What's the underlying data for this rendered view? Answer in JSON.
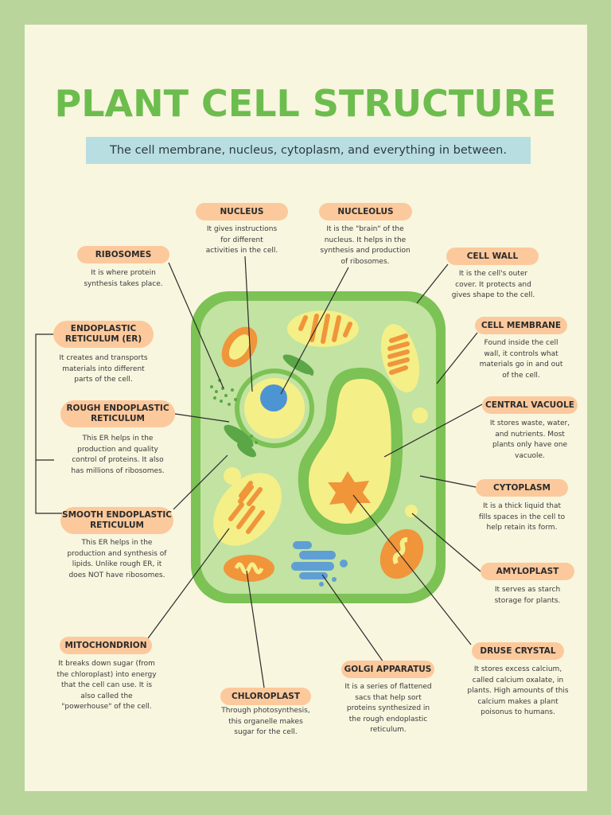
{
  "title": "PLANT CELL STRUCTURE",
  "subtitle": "The cell membrane, nucleus, cytoplasm, and everything in between.",
  "labels": {
    "nucleus": {
      "name": "NUCLEUS",
      "desc": "It gives instructions\nfor different\nactivities in the cell."
    },
    "nucleolus": {
      "name": "NUCLEOLUS",
      "desc": "It is the \"brain\" of the\nnucleus. It helps in the\nsynthesis and production\nof ribosomes."
    },
    "ribosomes": {
      "name": "RIBOSOMES",
      "desc": "It is where protein\nsynthesis takes place."
    },
    "cell_wall": {
      "name": "CELL WALL",
      "desc": "It is the cell's outer\ncover. It protects and\ngives shape to the cell."
    },
    "endoplasmic_reticulum": {
      "name": "ENDOPLASTIC\nRETICULUM (ER)",
      "desc": "It creates and transports\nmaterials into different\nparts of the cell."
    },
    "cell_membrane": {
      "name": "CELL MEMBRANE",
      "desc": "Found inside the cell\nwall, it controls what\nmaterials go in and out\nof the cell."
    },
    "rough_er": {
      "name": "ROUGH ENDOPLASTIC\nRETICULUM",
      "desc": "This ER helps in the\nproduction and quality\ncontrol of proteins. It also\nhas millions of ribosomes."
    },
    "central_vacuole": {
      "name": "CENTRAL VACUOLE",
      "desc": "It stores waste, water,\nand nutrients. Most\nplants only have one\nvacuole."
    },
    "cytoplasm": {
      "name": "CYTOPLASM",
      "desc": "It is a thick liquid that\nfills spaces in the cell to\nhelp retain its form."
    },
    "smooth_er": {
      "name": "SMOOTH ENDOPLASTIC\nRETICULUM",
      "desc": "This ER helps in the\nproduction and synthesis of\nlipids. Unlike rough ER, it\ndoes NOT have ribosomes."
    },
    "amyloplast": {
      "name": "AMYLOPLAST",
      "desc": "It serves as starch\nstorage for plants."
    },
    "mitochondrion": {
      "name": "MITOCHONDRION",
      "desc": "It breaks down sugar (from\nthe chloroplast) into energy\nthat the cell can use. It is\nalso called the\n\"powerhouse\" of the cell."
    },
    "druse_crystal": {
      "name": "DRUSE CRYSTAL",
      "desc": "It stores excess calcium,\ncalled calcium oxalate, in\nplants. High amounts of this\ncalcium makes a plant\npoisonus to humans."
    },
    "golgi_apparatus": {
      "name": "GOLGI APPARATUS",
      "desc": "It is a series of flattened\nsacs that help sort\nproteins synthesized in\nthe rough endoplastic\nreticulum."
    },
    "chloroplast": {
      "name": "CHLOROPLAST",
      "desc": "Through photosynthesis,\nthis organelle makes\nsugar for the cell."
    }
  },
  "colors": {
    "border": "#b9d59c",
    "background": "#f8f6df",
    "title": "#6cbd4e",
    "subtitle_band": "#b8dee1",
    "pill": "#fcc99c",
    "cell_wall": "#7cc255",
    "cytoplasm": "#c2e3a2",
    "vacuole": "#f5ef88",
    "nucleolus": "#4d95d2",
    "mitochondria": "#f0953a",
    "golgi": "#5f9fd4",
    "druse_crystal": "#f0953a"
  }
}
